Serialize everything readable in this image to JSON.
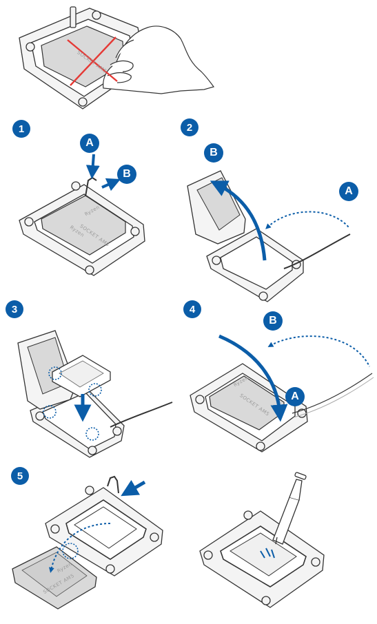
{
  "colors": {
    "accent": "#0b5da8",
    "warning_x": "#e53935",
    "outline": "#333333",
    "chip_fill": "#d9d9d9",
    "bracket_fill": "#f4f4f4"
  },
  "step_badges": [
    "1",
    "2",
    "3",
    "4",
    "5"
  ],
  "letters": {
    "a": "A",
    "b": "B"
  },
  "engravings": {
    "brand": "Ryzen",
    "socket": "SOCKET AM5"
  },
  "icons": [
    "red-x-icon",
    "hand-icon",
    "arrow-icon",
    "dotted-arc-icon",
    "thermal-paste-syringe-icon"
  ]
}
